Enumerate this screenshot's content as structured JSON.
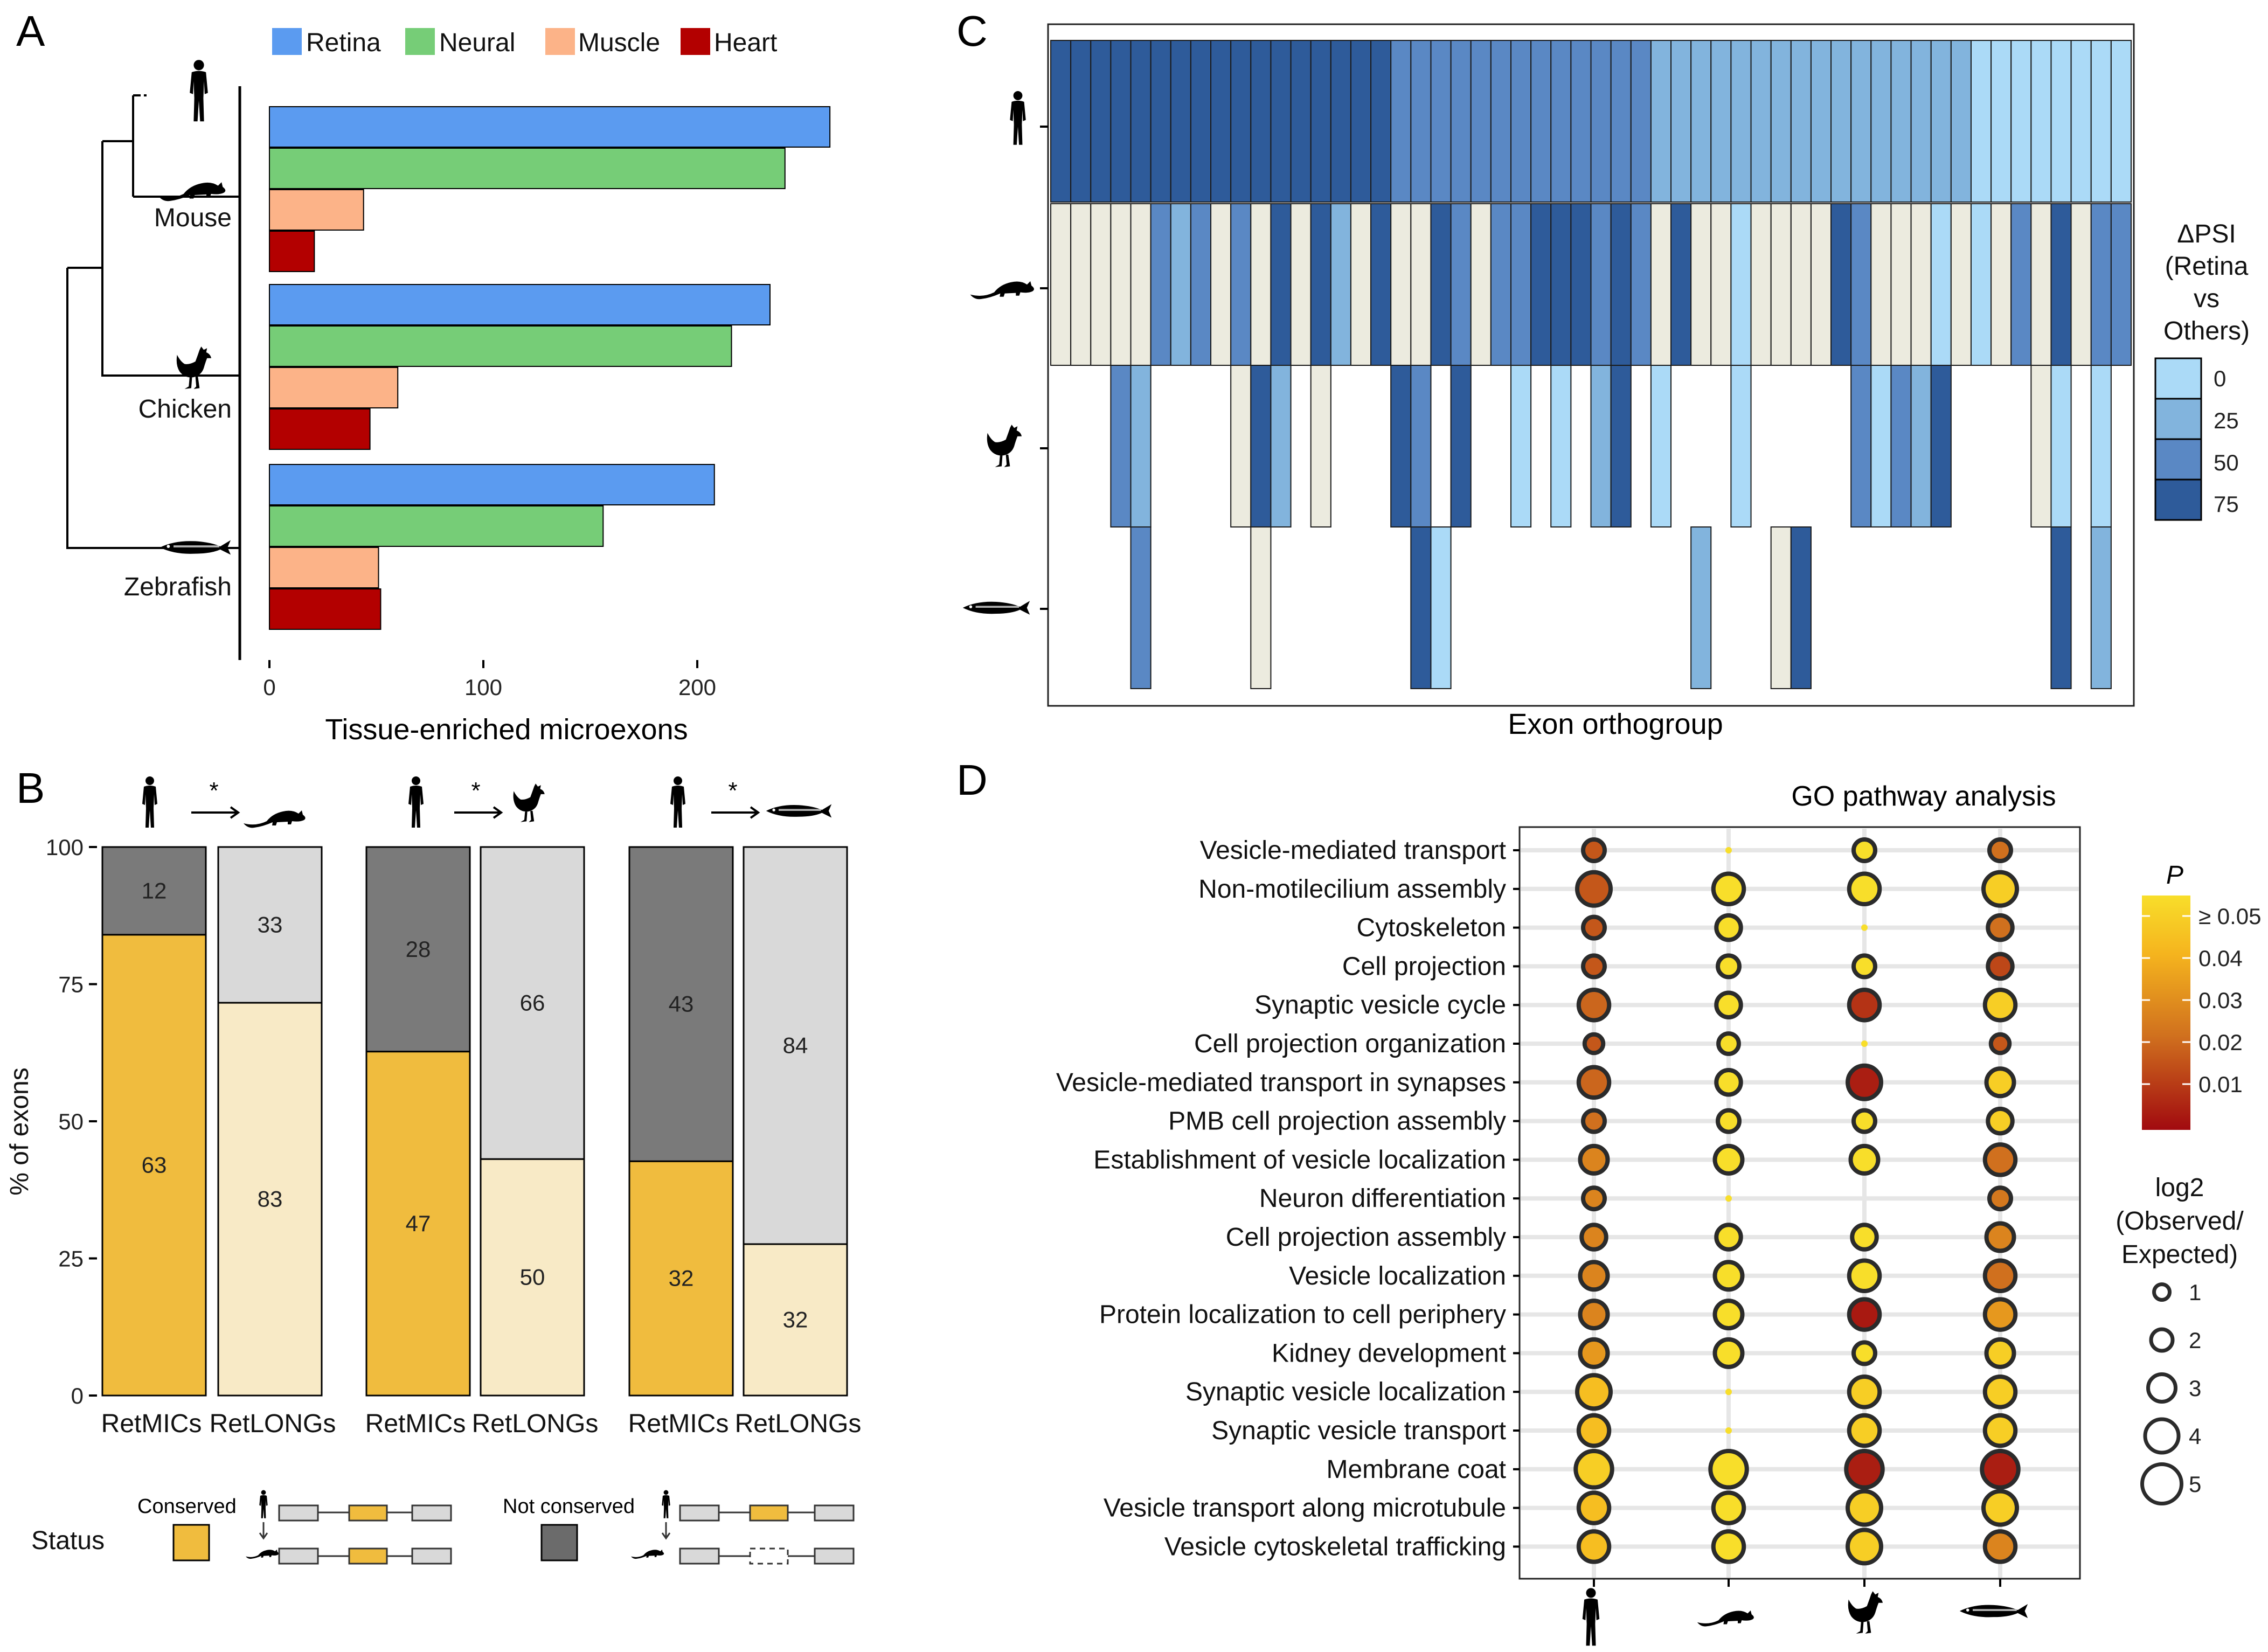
{
  "panels": {
    "a": "A",
    "b": "B",
    "c": "C",
    "d": "D"
  },
  "colors": {
    "retina": "#5b9bf0",
    "neural": "#76cd77",
    "muscle": "#fcb388",
    "heart": "#b30000",
    "conserved_mic": "#f0bc3e",
    "conserved_long": "#f8eac6",
    "notcons_mic": "#7a7a7a",
    "notcons_long": "#d9d9d9",
    "heat": [
      "#abdaf7",
      "#82b4dd",
      "#5a88c4",
      "#2e5b9a"
    ],
    "heat_na": "#ecebdf",
    "pcolor": [
      "#a10a0f",
      "#d0701e",
      "#f5b41e",
      "#f8de2a"
    ]
  },
  "icons": {
    "species": [
      "human-icon",
      "mouse-icon",
      "chicken-icon",
      "zebrafish-icon"
    ]
  },
  "chart_data": [
    {
      "type": "bar",
      "panel": "A",
      "orientation": "horizontal",
      "groups": [
        "Mouse",
        "Chicken",
        "Zebrafish"
      ],
      "series": [
        {
          "name": "Retina",
          "values": [
            262,
            234,
            208
          ]
        },
        {
          "name": "Neural",
          "values": [
            241,
            216,
            156
          ]
        },
        {
          "name": "Muscle",
          "values": [
            44,
            60,
            51
          ]
        },
        {
          "name": "Heart",
          "values": [
            21,
            47,
            52
          ]
        }
      ],
      "xticks": [
        "0",
        "100",
        "200"
      ],
      "xlim": [
        0,
        270
      ],
      "xlabel": "Tissue-enriched microexons",
      "legend": "top"
    },
    {
      "type": "bar",
      "panel": "B",
      "stacked": true,
      "ylabel": "% of exons",
      "yticks": [
        "0",
        "25",
        "50",
        "75",
        "100"
      ],
      "ylim": [
        0,
        100
      ],
      "star": "*",
      "groups": [
        {
          "comparison": "human-mouse",
          "bars": [
            {
              "category": "RetMICs",
              "conserved": 63,
              "not_conserved": 12,
              "conserved_pct": 84
            },
            {
              "category": "RetLONGs",
              "conserved": 83,
              "not_conserved": 33,
              "conserved_pct": 71.6
            }
          ]
        },
        {
          "comparison": "human-chicken",
          "bars": [
            {
              "category": "RetMICs",
              "conserved": 47,
              "not_conserved": 28,
              "conserved_pct": 62.7
            },
            {
              "category": "RetLONGs",
              "conserved": 50,
              "not_conserved": 66,
              "conserved_pct": 43.1
            }
          ]
        },
        {
          "comparison": "human-zebrafish",
          "bars": [
            {
              "category": "RetMICs",
              "conserved": 32,
              "not_conserved": 43,
              "conserved_pct": 42.7
            },
            {
              "category": "RetLONGs",
              "conserved": 32,
              "not_conserved": 84,
              "conserved_pct": 27.6
            }
          ]
        }
      ],
      "legend": {
        "title": "Status",
        "conserved": "Conserved",
        "not_conserved": "Not conserved"
      }
    },
    {
      "type": "heatmap",
      "panel": "C",
      "xlabel": "Exon orthogroup",
      "n_columns": 54,
      "rows": [
        "human",
        "mouse",
        "chicken",
        "zebrafish"
      ],
      "legend": {
        "title": [
          "ΔPSI",
          "(Retina",
          "vs",
          "Others)"
        ],
        "values": [
          "0",
          "25",
          "50",
          "75"
        ]
      }
    },
    {
      "type": "scatter",
      "panel": "D",
      "title": "GO pathway analysis",
      "species": [
        "human",
        "mouse",
        "chicken",
        "zebrafish"
      ],
      "pathways": [
        "Vesicle-mediated transport",
        "Non-motilecilium assembly",
        "Cytoskeleton",
        "Cell projection",
        "Synaptic vesicle cycle",
        "Cell projection organization",
        "Vesicle-mediated transport in synapses",
        "PMB cell projection assembly",
        "Establishment of vesicle localization",
        "Neuron differentiation",
        "Cell projection assembly",
        "Vesicle localization",
        "Protein localization to cell periphery",
        "Kidney development",
        "Synaptic vesicle localization",
        "Synaptic vesicle transport",
        "Membrane coat",
        "Vesicle transport along microtubule",
        "Vesicle cytoskeletal trafficking"
      ],
      "points": [
        [
          [
            2,
            0.015
          ],
          [
            0,
            0.05
          ],
          [
            2,
            0.05
          ],
          [
            2,
            0.02
          ]
        ],
        [
          [
            4,
            0.015
          ],
          [
            3.5,
            0.05
          ],
          [
            3.5,
            0.05
          ],
          [
            4,
            0.045
          ]
        ],
        [
          [
            2,
            0.015
          ],
          [
            2.5,
            0.05
          ],
          [
            0,
            0.05
          ],
          [
            2.5,
            0.02
          ]
        ],
        [
          [
            2,
            0.015
          ],
          [
            2,
            0.05
          ],
          [
            2,
            0.05
          ],
          [
            2.5,
            0.012
          ]
        ],
        [
          [
            3.5,
            0.018
          ],
          [
            2.5,
            0.05
          ],
          [
            3.5,
            0.008
          ],
          [
            3.5,
            0.045
          ]
        ],
        [
          [
            1.5,
            0.015
          ],
          [
            1.8,
            0.05
          ],
          [
            0,
            0.05
          ],
          [
            1.5,
            0.015
          ]
        ],
        [
          [
            3.5,
            0.018
          ],
          [
            2.5,
            0.05
          ],
          [
            4,
            0.004
          ],
          [
            3,
            0.045
          ]
        ],
        [
          [
            2,
            0.02
          ],
          [
            2,
            0.05
          ],
          [
            2,
            0.05
          ],
          [
            2.5,
            0.045
          ]
        ],
        [
          [
            3,
            0.025
          ],
          [
            3,
            0.05
          ],
          [
            3,
            0.05
          ],
          [
            3.5,
            0.02
          ]
        ],
        [
          [
            2,
            0.025
          ],
          [
            0,
            0.05
          ],
          [
            null,
            null
          ],
          [
            2,
            0.022
          ]
        ],
        [
          [
            2.5,
            0.025
          ],
          [
            2.5,
            0.05
          ],
          [
            2.5,
            0.05
          ],
          [
            3,
            0.025
          ]
        ],
        [
          [
            3,
            0.025
          ],
          [
            3,
            0.05
          ],
          [
            3.5,
            0.05
          ],
          [
            3.5,
            0.02
          ]
        ],
        [
          [
            3,
            0.025
          ],
          [
            3,
            0.05
          ],
          [
            3.5,
            0.003
          ],
          [
            3.5,
            0.03
          ]
        ],
        [
          [
            3,
            0.03
          ],
          [
            3,
            0.05
          ],
          [
            2,
            0.05
          ],
          [
            3,
            0.045
          ]
        ],
        [
          [
            4,
            0.04
          ],
          [
            0,
            0.05
          ],
          [
            3.5,
            0.045
          ],
          [
            3.5,
            0.045
          ]
        ],
        [
          [
            3.5,
            0.04
          ],
          [
            0,
            0.05
          ],
          [
            3.5,
            0.045
          ],
          [
            3.5,
            0.045
          ]
        ],
        [
          [
            4.5,
            0.045
          ],
          [
            4.5,
            0.05
          ],
          [
            4.5,
            0.004
          ],
          [
            4.5,
            0.004
          ]
        ],
        [
          [
            3.5,
            0.04
          ],
          [
            3.5,
            0.05
          ],
          [
            4,
            0.045
          ],
          [
            4,
            0.045
          ]
        ],
        [
          [
            3.5,
            0.04
          ],
          [
            3.5,
            0.05
          ],
          [
            4,
            0.045
          ],
          [
            3.5,
            0.025
          ]
        ]
      ],
      "color_legend": {
        "title": "P",
        "ticks": [
          "≥ 0.05",
          "0.04",
          "0.03",
          "0.02",
          "0.01"
        ]
      },
      "size_legend": {
        "title": [
          "log2",
          "(Observed/",
          "Expected)"
        ],
        "values": [
          "1",
          "2",
          "3",
          "4",
          "5"
        ]
      }
    }
  ]
}
